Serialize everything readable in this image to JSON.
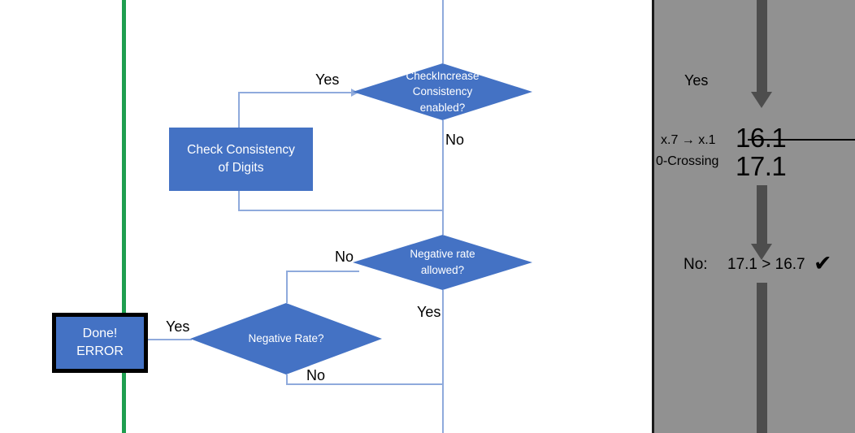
{
  "flowchart": {
    "divider_color": "#1E9E4F",
    "shape_fill": "#4472C4",
    "connector_color": "#8FAADC",
    "decision_checkincrease": {
      "line1": "CheckIncrease",
      "line2": "Consistency",
      "line3": "enabled?",
      "yes_label": "Yes",
      "no_label": "No"
    },
    "process_check_consistency": {
      "line1": "Check Consistency",
      "line2": "of Digits"
    },
    "decision_negative_rate_allowed": {
      "line1": "Negative rate",
      "line2": "allowed?",
      "no_label": "No",
      "yes_label": "Yes"
    },
    "decision_negative_rate": {
      "label": "Negative Rate?",
      "yes_label": "Yes",
      "no_label": "No"
    },
    "terminator_done_error": {
      "line1": "Done!",
      "line2": "ERROR"
    }
  },
  "annotation_panel": {
    "background_color": "#919191",
    "arrow_color": "#4D4D4D",
    "yes_label": "Yes",
    "rule_line1": "x.7 → x.1",
    "rule_line2": "0-Crossing",
    "value_struck": "16.1",
    "value_result": "17.1",
    "result_prefix": "No:",
    "result_comparison": "17.1 > 16.7",
    "result_check": "✔"
  }
}
